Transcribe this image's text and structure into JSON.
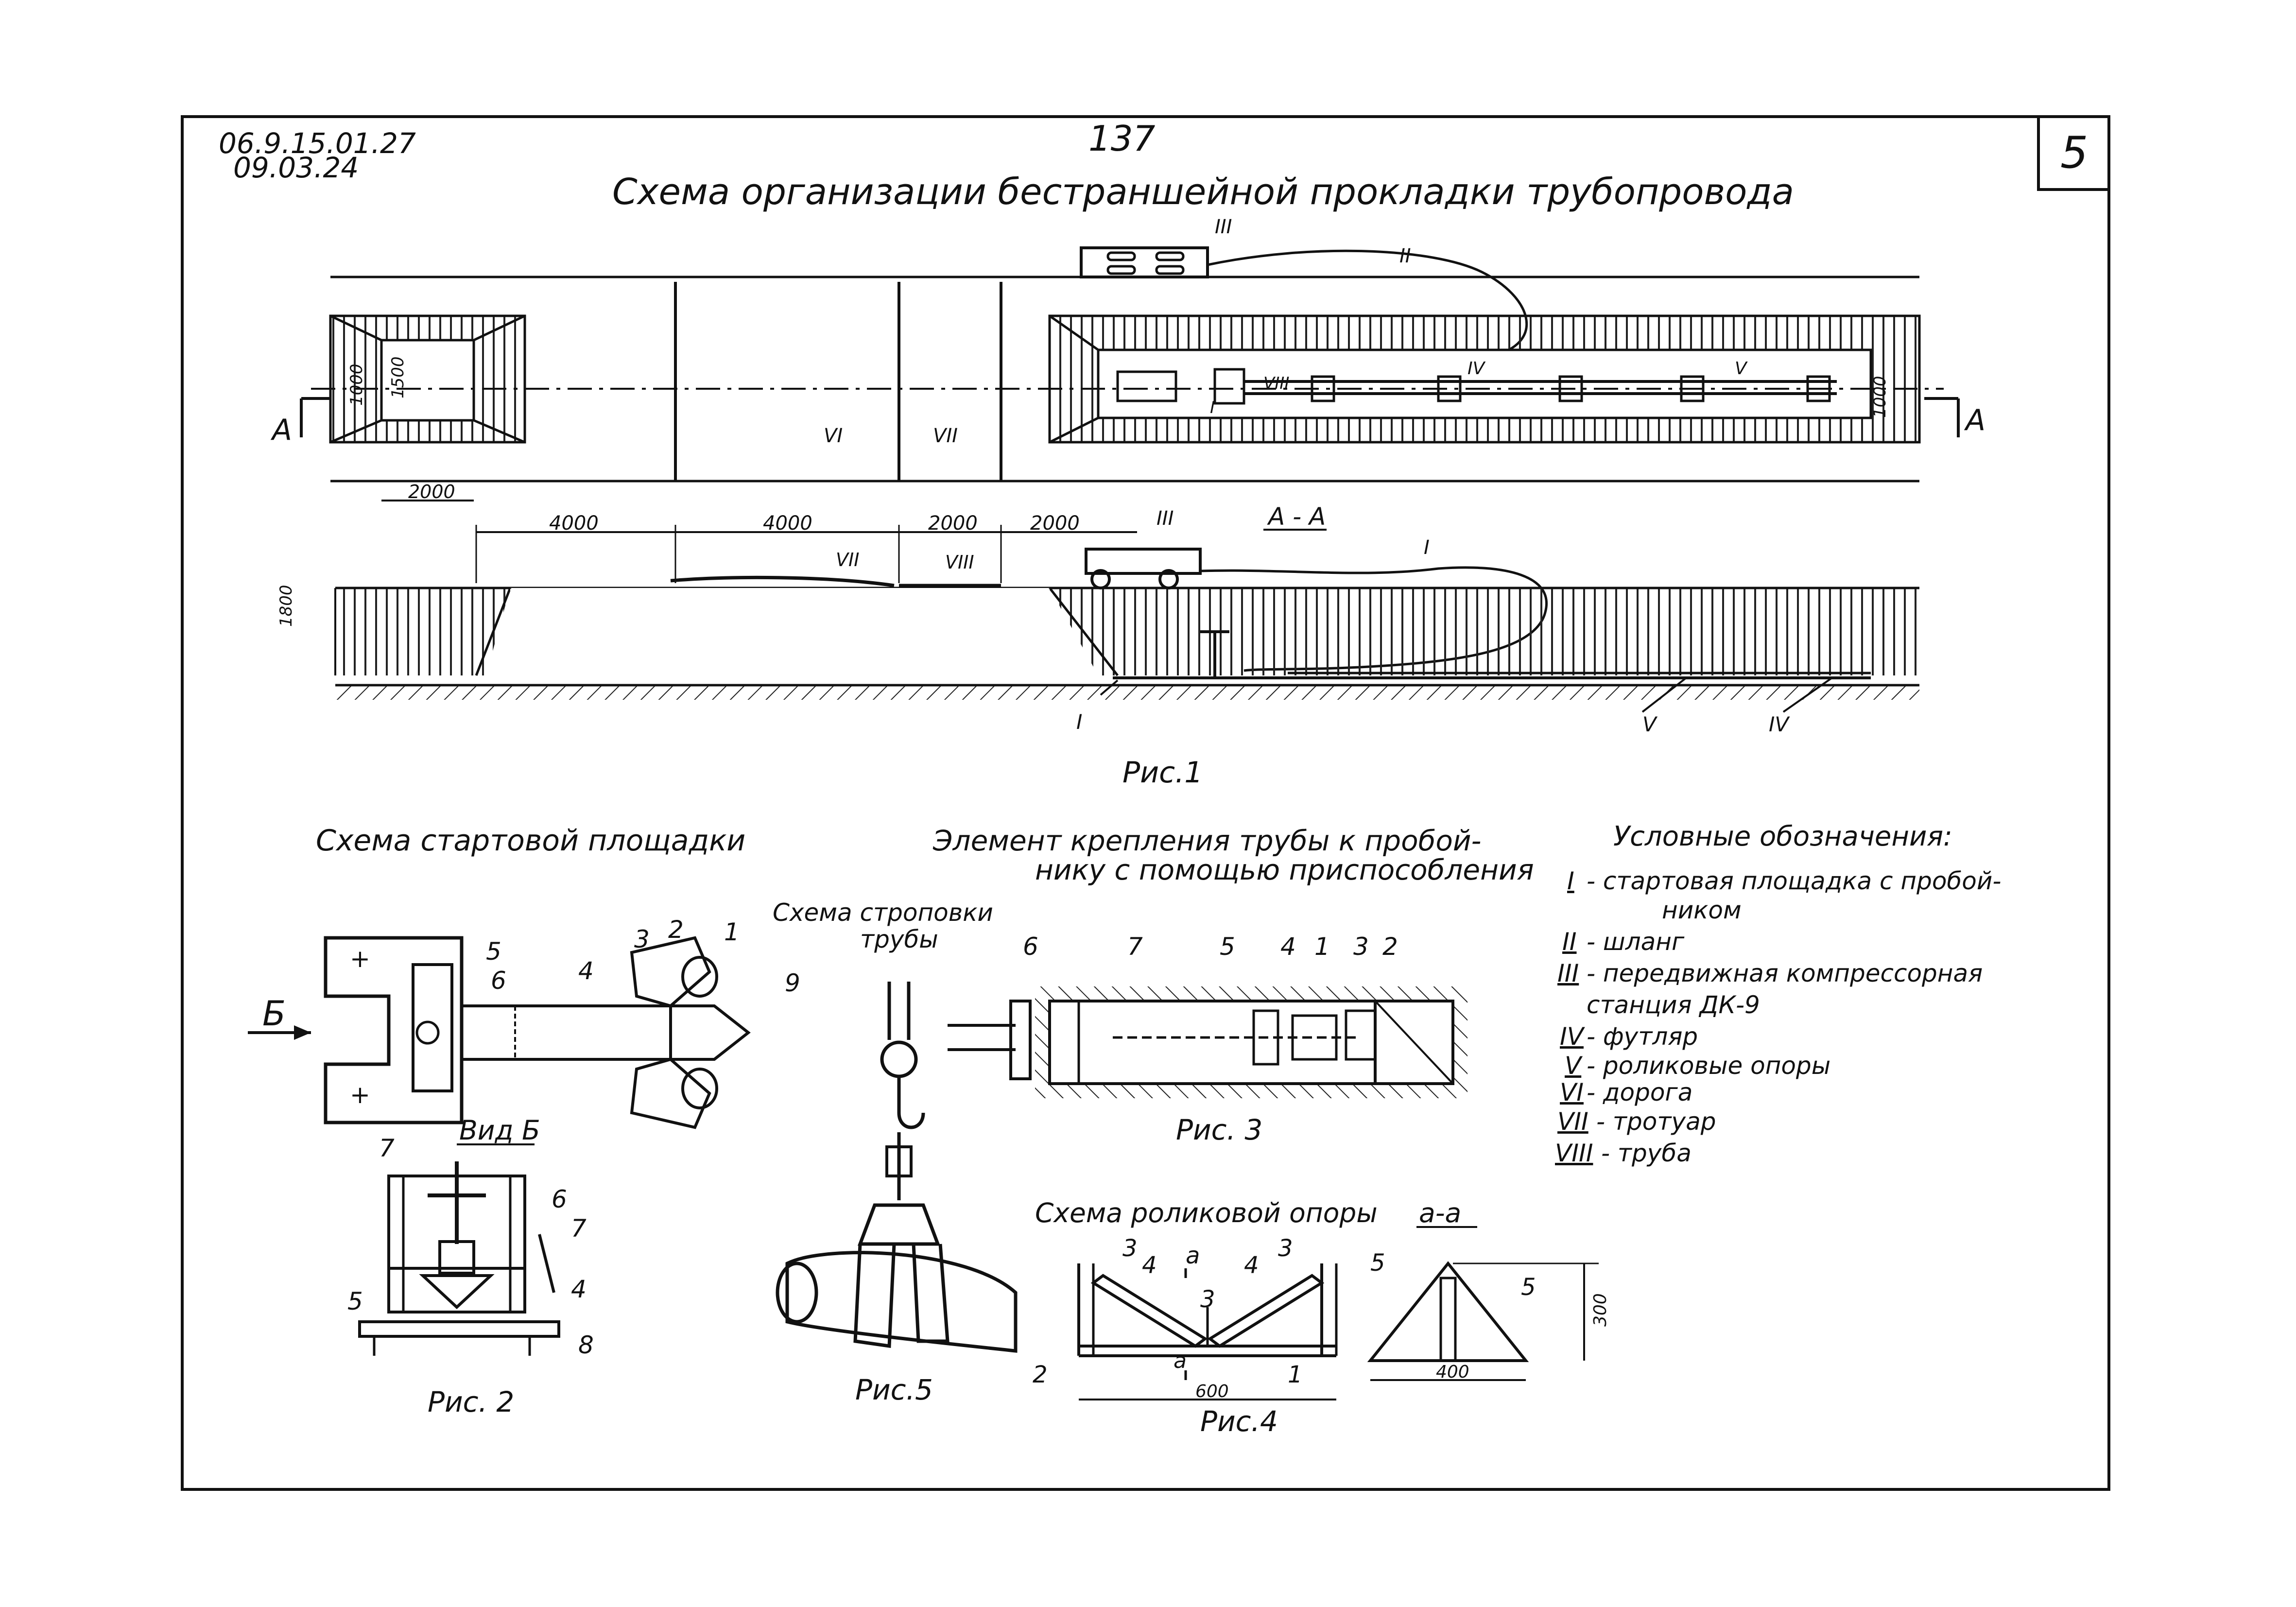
{
  "header": {
    "code_line1": "06.9.15.01.27",
    "code_line2": "09.03.24",
    "page_number": "137",
    "sheet_number": "5",
    "main_title": "Схема организации бестраншейной прокладки трубопровода"
  },
  "fig1": {
    "caption": "Рис.1",
    "section_label": "А - А",
    "cut_mark": "А",
    "dims": {
      "d2000_plan": "2000",
      "d1500": "1500",
      "d1000_left": "1000",
      "d1000_right": "1000",
      "d4000_a": "4000",
      "d4000_b": "4000",
      "d2000_a": "2000",
      "d2000_b": "2000",
      "d1800": "1800"
    },
    "roman": {
      "I": "I",
      "II": "II",
      "III": "III",
      "IV": "IV",
      "V": "V",
      "VI": "VI",
      "VII": "VII",
      "VIII": "VIII"
    }
  },
  "fig2": {
    "title": "Схема стартовой площадки",
    "view_label": "Вид Б",
    "arrow_label": "Б",
    "caption": "Рис. 2",
    "nums": [
      "1",
      "2",
      "3",
      "4",
      "5",
      "6",
      "7",
      "9",
      "5",
      "6",
      "7",
      "4",
      "8"
    ]
  },
  "fig3": {
    "title_line1": "Элемент крепления трубы к пробой-",
    "title_line2": "нику с помощью приспособления",
    "caption": "Рис. 3",
    "nums": [
      "6",
      "7",
      "5",
      "4",
      "1",
      "3",
      "2"
    ]
  },
  "fig4": {
    "title": "Схема роликовой опоры",
    "section": "а-а",
    "caption": "Рис.4",
    "nums": [
      "3",
      "4",
      "4",
      "3",
      "3",
      "2",
      "1",
      "5",
      "5"
    ],
    "cut_a": "а",
    "dims": {
      "d600": "600",
      "d400": "400",
      "d300": "300"
    }
  },
  "fig5": {
    "title_line1": "Схема строповки",
    "title_line2": "трубы",
    "caption": "Рис.5"
  },
  "legend": {
    "title": "Условные обозначения:",
    "items": [
      {
        "num": "I",
        "text": "- стартовая площадка с пробой-"
      },
      {
        "num": "",
        "text": "ником"
      },
      {
        "num": "II",
        "text": "- шланг"
      },
      {
        "num": "III",
        "text": "- передвижная компрессорная"
      },
      {
        "num": "",
        "text": "станция ДК-9"
      },
      {
        "num": "IV",
        "text": "- футляр"
      },
      {
        "num": "V",
        "text": "- роликовые опоры"
      },
      {
        "num": "VI",
        "text": "- дорога"
      },
      {
        "num": "VII",
        "text": "- тротуар"
      },
      {
        "num": "VIII",
        "text": "- труба"
      }
    ]
  }
}
